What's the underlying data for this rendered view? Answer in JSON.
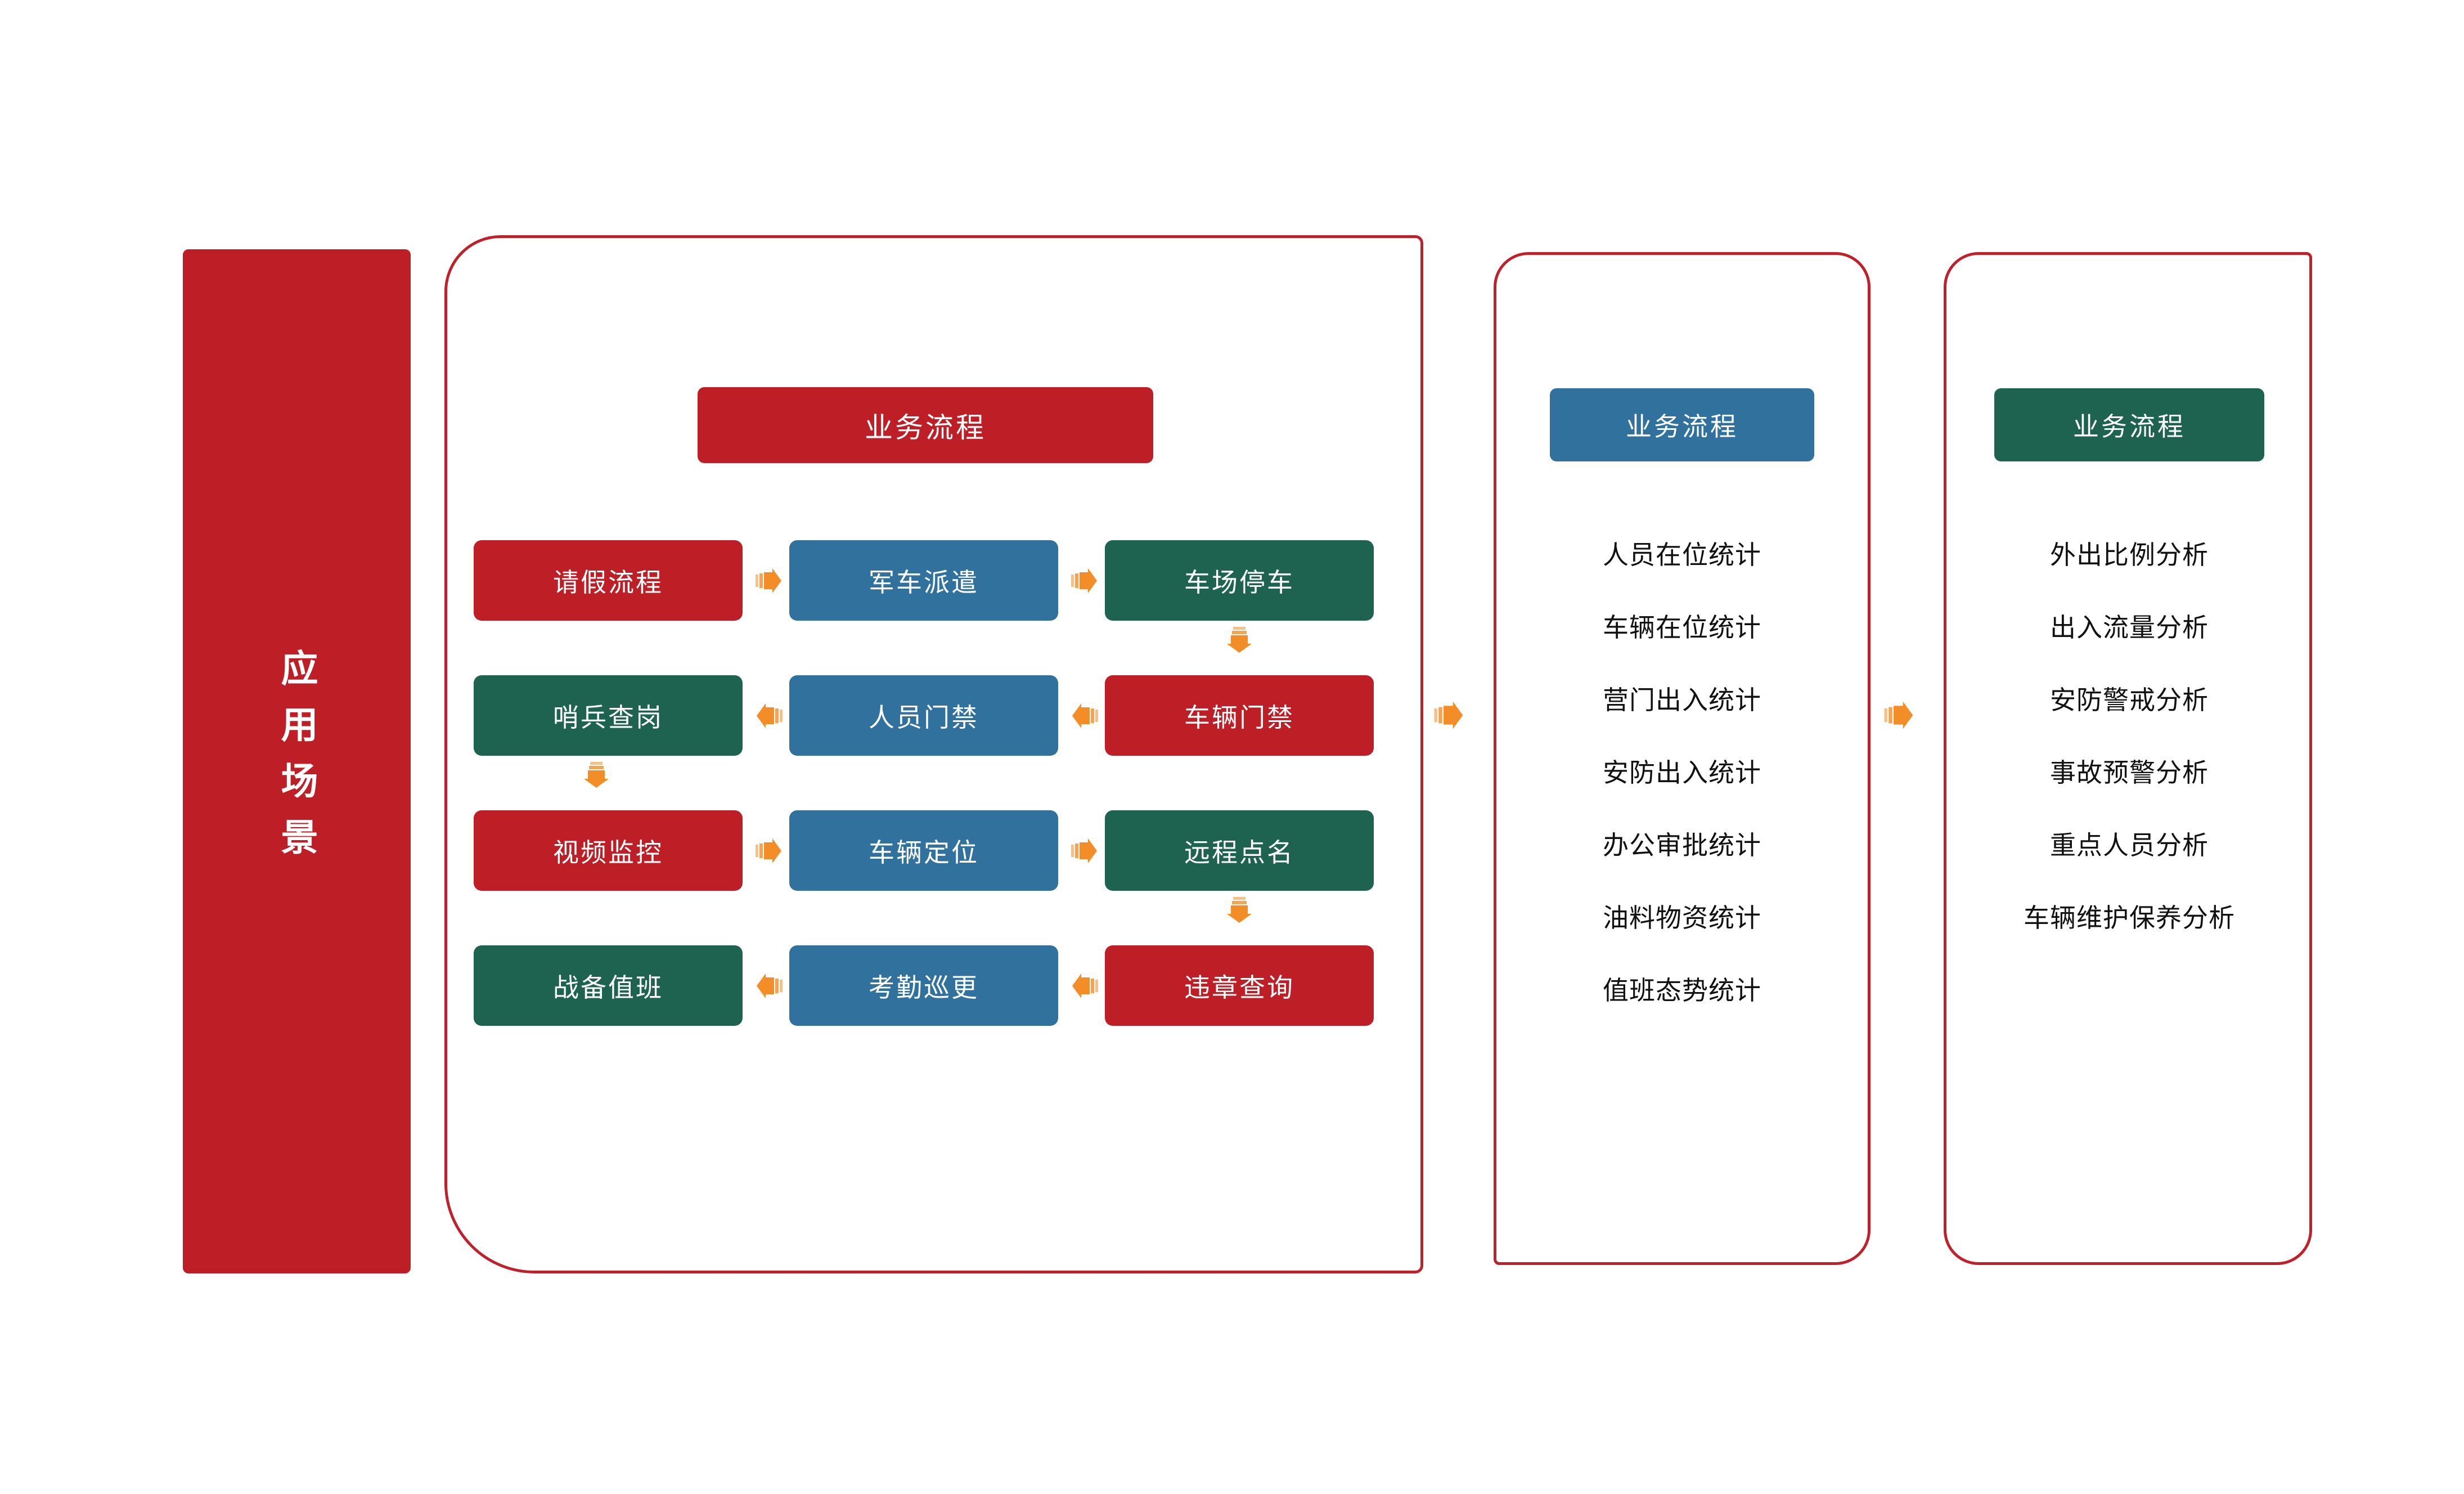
{
  "colors": {
    "red": "#BE1E26",
    "blue": "#31719E",
    "green": "#1D6350",
    "orange": "#F28D28",
    "panel_border": "#C0202A",
    "text_light": "#FFFFFF",
    "text_dark": "#111111"
  },
  "banner": {
    "label": "应用场景"
  },
  "flow_panel": {
    "title": "业务流程",
    "rows": [
      {
        "direction": "right",
        "cells": [
          {
            "label": "请假流程",
            "color": "red"
          },
          {
            "label": "军车派遣",
            "color": "blue"
          },
          {
            "label": "车场停车",
            "color": "green"
          }
        ]
      },
      {
        "direction": "left",
        "cells": [
          {
            "label": "哨兵查岗",
            "color": "green"
          },
          {
            "label": "人员门禁",
            "color": "blue"
          },
          {
            "label": "车辆门禁",
            "color": "red"
          }
        ]
      },
      {
        "direction": "right",
        "cells": [
          {
            "label": "视频监控",
            "color": "red"
          },
          {
            "label": "车辆定位",
            "color": "blue"
          },
          {
            "label": "远程点名",
            "color": "green"
          }
        ]
      },
      {
        "direction": "left",
        "cells": [
          {
            "label": "战备值班",
            "color": "green"
          },
          {
            "label": "考勤巡更",
            "color": "blue"
          },
          {
            "label": "违章查询",
            "color": "red"
          }
        ]
      }
    ]
  },
  "stats_panel": {
    "header": "业务流程",
    "items": [
      "人员在位统计",
      "车辆在位统计",
      "营门出入统计",
      "安防出入统计",
      "办公审批统计",
      "油料物资统计",
      "值班态势统计"
    ]
  },
  "analysis_panel": {
    "header": "业务流程",
    "items": [
      "外出比例分析",
      "出入流量分析",
      "安防警戒分析",
      "事故预警分析",
      "重点人员分析",
      "车辆维护保养分析"
    ]
  }
}
